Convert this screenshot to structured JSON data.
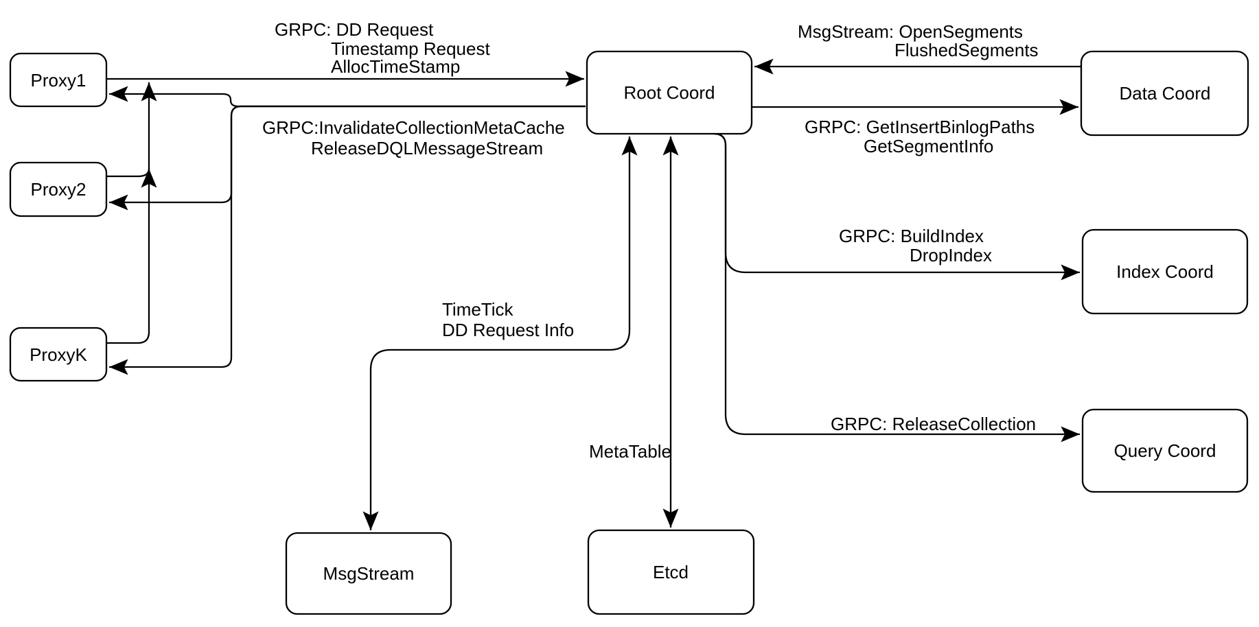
{
  "diagram": {
    "background": "#ffffff",
    "line_color": "#000000",
    "node_fill": "#ffffff"
  },
  "nodes": [
    {
      "id": "proxy1",
      "label": "Proxy1"
    },
    {
      "id": "proxy2",
      "label": "Proxy2"
    },
    {
      "id": "proxyK",
      "label": "ProxyK"
    },
    {
      "id": "root-coord",
      "label": "Root Coord"
    },
    {
      "id": "data-coord",
      "label": "Data Coord"
    },
    {
      "id": "index-coord",
      "label": "Index Coord"
    },
    {
      "id": "query-coord",
      "label": "Query Coord"
    },
    {
      "id": "msgstream",
      "label": "MsgStream"
    },
    {
      "id": "etcd",
      "label": "Etcd"
    }
  ],
  "edge_labels": [
    {
      "id": "proxy-to-rootcoord",
      "lines": [
        "GRPC: DD Request",
        "Timestamp Request",
        "AllocTimeStamp"
      ]
    },
    {
      "id": "rootcoord-to-proxies",
      "lines": [
        "GRPC:InvalidateCollectionMetaCache",
        "ReleaseDQLMessageStream"
      ]
    },
    {
      "id": "datacoord-to-rootcoord",
      "lines": [
        "MsgStream: OpenSegments",
        "FlushedSegments"
      ]
    },
    {
      "id": "rootcoord-to-datacoord",
      "lines": [
        "GRPC: GetInsertBinlogPaths",
        "GetSegmentInfo"
      ]
    },
    {
      "id": "rootcoord-to-indexcoord",
      "lines": [
        "GRPC: BuildIndex",
        "DropIndex"
      ]
    },
    {
      "id": "rootcoord-to-querycoord",
      "lines": [
        "GRPC: ReleaseCollection"
      ]
    },
    {
      "id": "rootcoord-to-msgstream",
      "lines": [
        "TimeTick",
        "DD Request Info"
      ]
    },
    {
      "id": "rootcoord-to-etcd",
      "lines": [
        "MetaTable"
      ]
    }
  ]
}
